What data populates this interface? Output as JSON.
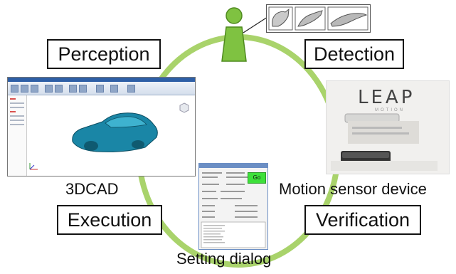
{
  "stages": {
    "perception": "Perception",
    "detection": "Detection",
    "execution": "Execution",
    "verification": "Verification"
  },
  "labels": {
    "cad": "3DCAD",
    "motion_sensor": "Motion sensor device",
    "setting_dialog": "Setting dialog"
  },
  "leap_device": {
    "brand": "LEAP",
    "sub": "MOTION"
  },
  "dialog": {
    "go_button": "Go"
  },
  "colors": {
    "cycle_ring": "#a9d36b",
    "user_figure": "#7fc241",
    "cad_model": "#1a86a6",
    "go_button": "#3de03a"
  }
}
